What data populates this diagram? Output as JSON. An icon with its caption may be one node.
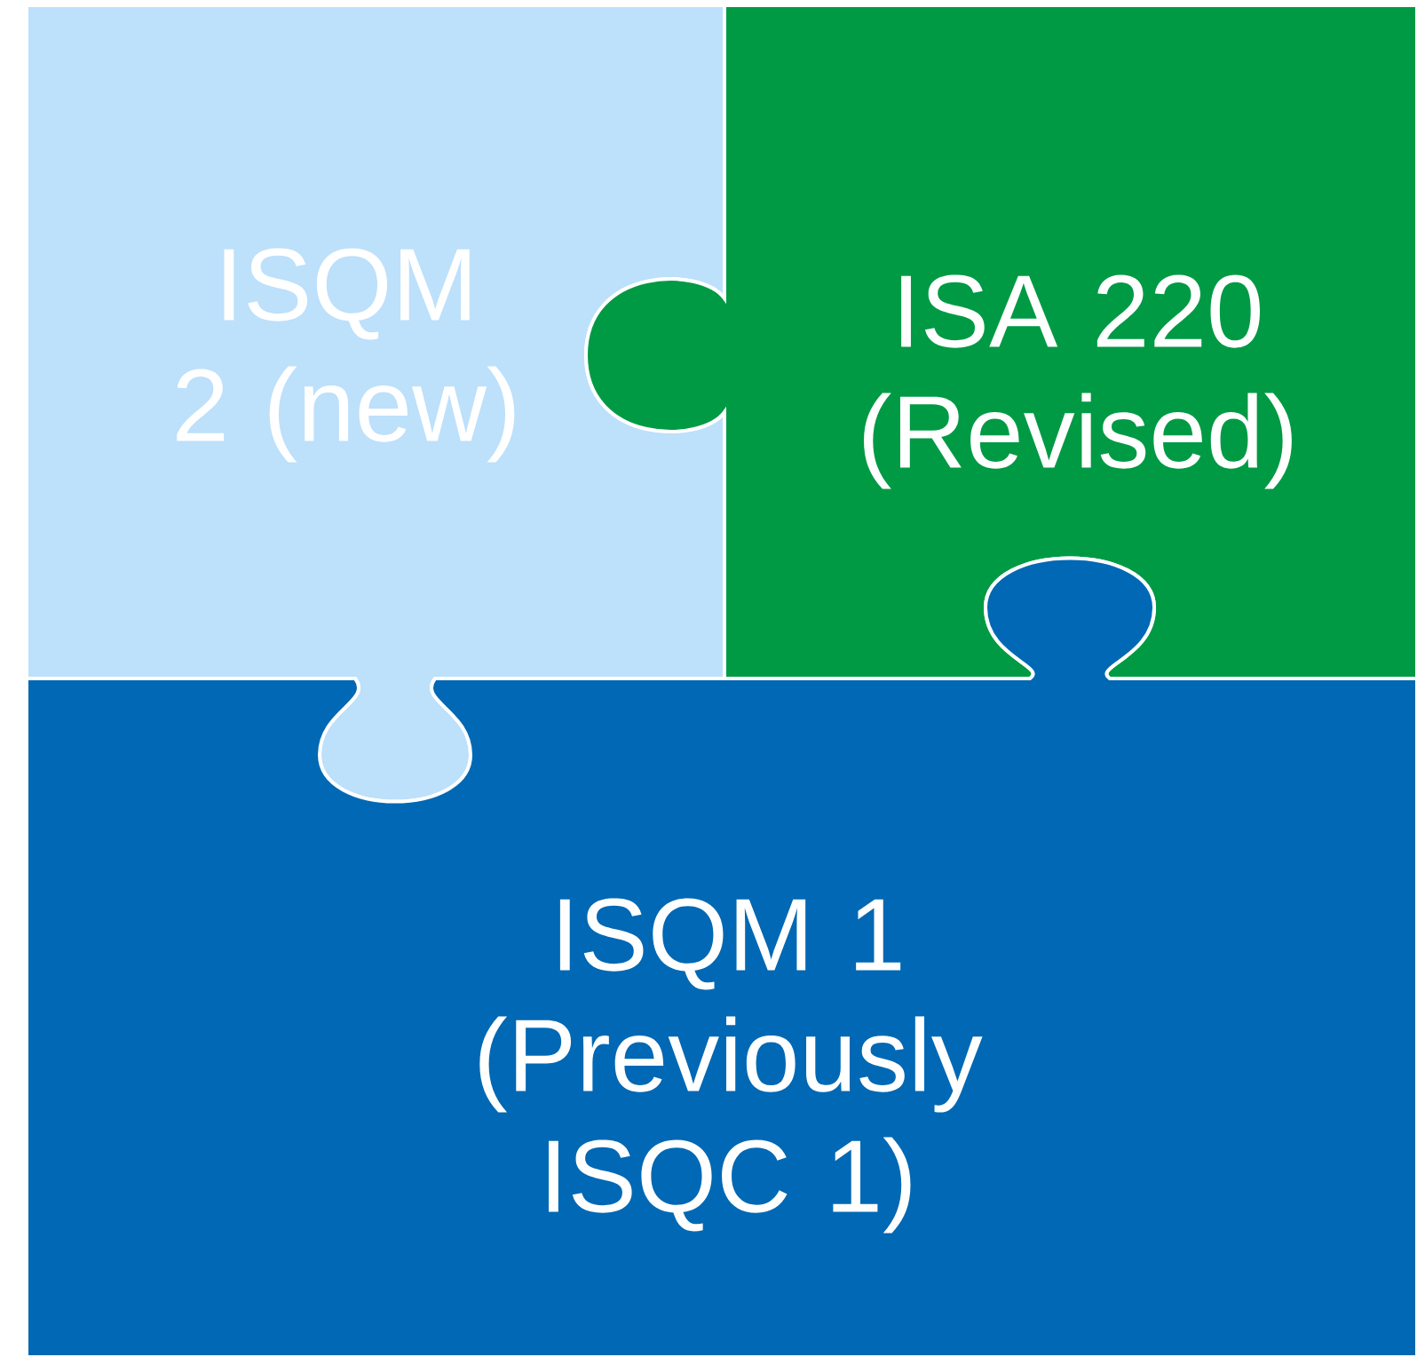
{
  "diagram": {
    "nodes": [
      {
        "text": [
          "ISQM 2 (new)"
        ]
      },
      {
        "text": [
          "ISA 220 (Revised)"
        ]
      },
      {
        "text": [
          "ISQM 1 (Previously ISQC 1)"
        ]
      }
    ]
  }
}
